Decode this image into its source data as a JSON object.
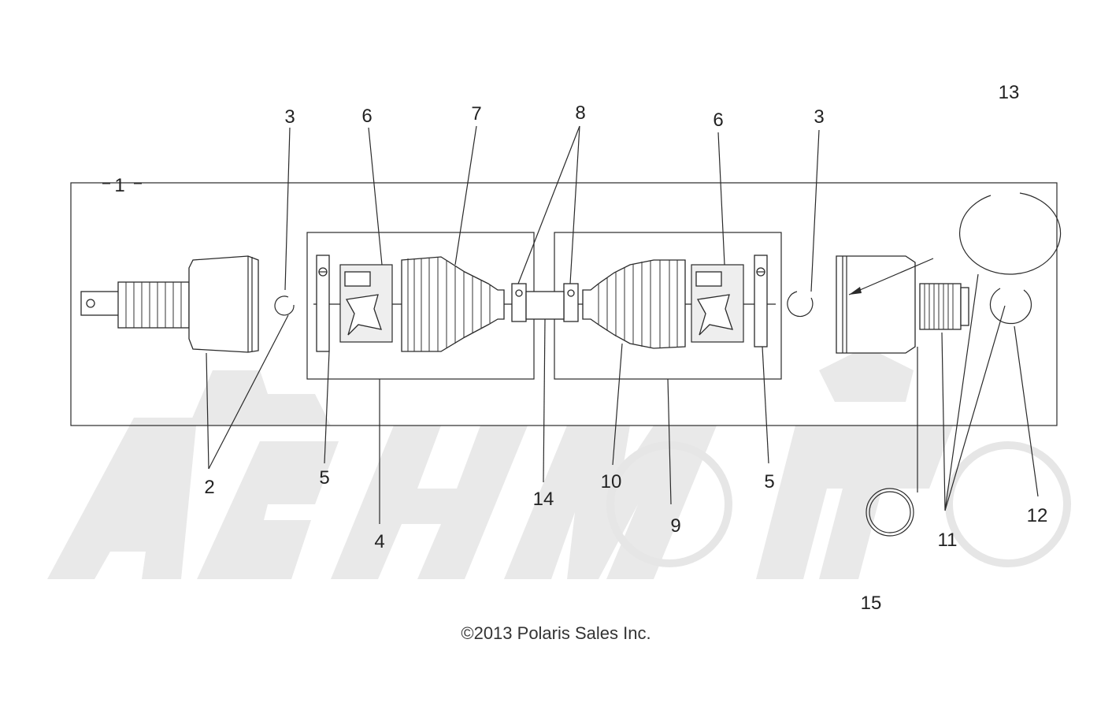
{
  "callouts": {
    "c1": "1",
    "c2": "2",
    "c3a": "3",
    "c3b": "3",
    "c4": "4",
    "c5a": "5",
    "c5b": "5",
    "c6a": "6",
    "c6b": "6",
    "c7": "7",
    "c8": "8",
    "c9": "9",
    "c10": "10",
    "c11": "11",
    "c12": "12",
    "c13": "13",
    "c14": "14",
    "c15": "15"
  },
  "copyright": "©2013 Polaris Sales Inc.",
  "watermark": "AeHMoto"
}
